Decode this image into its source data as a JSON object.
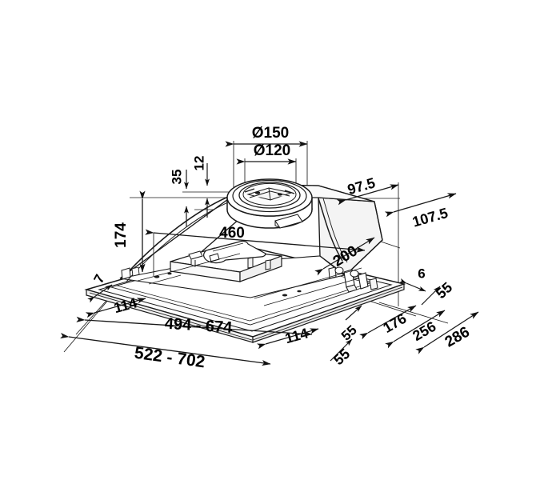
{
  "drawing": {
    "title": "Built-in cooker hood dimension drawing",
    "view": "isometric",
    "units": "mm",
    "background_color": "#ffffff",
    "line_color": "#1a1a1a",
    "shade_color": "#f2f2f2"
  },
  "dimensions": {
    "duct_outer_diameter": "Ø150",
    "duct_inner_diameter": "Ø120",
    "flange_offset": "12",
    "collar_height": "35",
    "body_height": "174",
    "body_top_width": "460",
    "body_depth_rear": "97.5",
    "body_depth_total": "107.5",
    "body_depth_side": "200",
    "rim_thickness_left": "7",
    "rim_thickness_right": "6",
    "cutout_left_margin": "114",
    "cutout_right_margin": "114",
    "cutout_width": "494 - 674",
    "overall_width": "522 - 702",
    "cutout_edge_front": "55",
    "cutout_edge_rear": "55",
    "rim_step_right": "55",
    "cutout_depth": "176",
    "body_depth_mid": "256",
    "overall_depth": "286"
  },
  "labels": [
    {
      "name": "duct-outer-diameter",
      "text": "Ø150"
    },
    {
      "name": "duct-inner-diameter",
      "text": "Ø120"
    },
    {
      "name": "flange-offset",
      "text": "12"
    },
    {
      "name": "collar-height",
      "text": "35"
    },
    {
      "name": "body-height",
      "text": "174"
    },
    {
      "name": "body-top-width",
      "text": "460"
    },
    {
      "name": "body-depth-rear",
      "text": "97.5"
    },
    {
      "name": "body-depth-total",
      "text": "107.5"
    },
    {
      "name": "body-depth-side",
      "text": "200"
    },
    {
      "name": "rim-thickness-left",
      "text": "7"
    },
    {
      "name": "rim-thickness-right",
      "text": "6"
    },
    {
      "name": "cutout-left-margin",
      "text": "114"
    },
    {
      "name": "cutout-right-margin",
      "text": "114"
    },
    {
      "name": "cutout-width",
      "text": "494 - 674"
    },
    {
      "name": "overall-width",
      "text": "522 - 702"
    },
    {
      "name": "cutout-edge-front",
      "text": "55"
    },
    {
      "name": "cutout-edge-rear",
      "text": "55"
    },
    {
      "name": "rim-step-right",
      "text": "55"
    },
    {
      "name": "cutout-depth",
      "text": "176"
    },
    {
      "name": "body-depth-mid",
      "text": "256"
    },
    {
      "name": "overall-depth",
      "text": "286"
    }
  ]
}
